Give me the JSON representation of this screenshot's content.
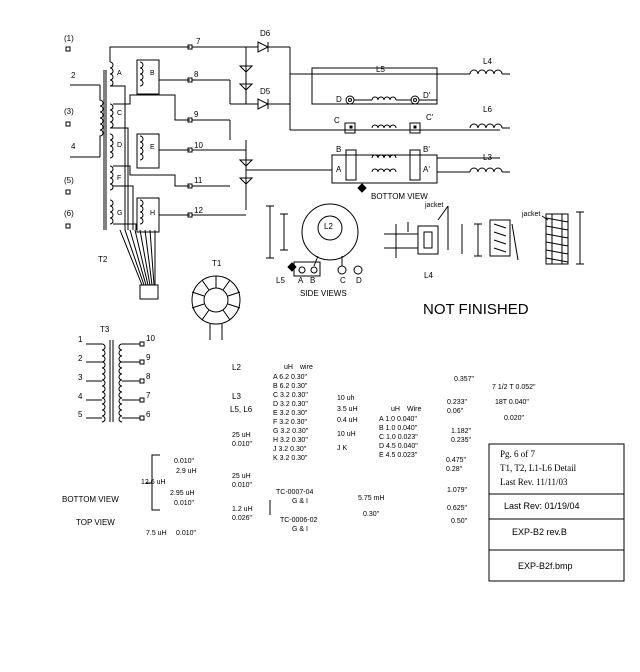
{
  "left_pins": [
    "(1)",
    "2",
    "(3)",
    "4",
    "(5)",
    "(6)"
  ],
  "wire_nums": [
    "7",
    "8",
    "9",
    "10",
    "11",
    "12"
  ],
  "diodes": [
    "D6",
    "D5"
  ],
  "coil_tags": [
    "A",
    "B",
    "C",
    "D",
    "E",
    "F",
    "G",
    "H"
  ],
  "inductors": {
    "l4": "L4",
    "l5": "L5",
    "l6": "L6",
    "l3": "L3"
  },
  "l5_letters": [
    "D",
    "D'"
  ],
  "l6_letters": [
    "C",
    "C'"
  ],
  "l3_letters": [
    "B",
    "B'",
    "A",
    "A'"
  ],
  "t2_label": "T2",
  "t1_label": "T1",
  "t3_label": "T3",
  "bottom_view": "BOTTOM VIEW",
  "side_views": "SIDE VIEWS",
  "l2_label": "L2",
  "l5_side": "L5",
  "l4_side": "L4",
  "side_pins": [
    "A",
    "B",
    "C",
    "D"
  ],
  "jacket1": "jacket",
  "jacket2": "jacket",
  "not_finished": "NOT FINISHED",
  "t3_pins_left": [
    "1",
    "2",
    "3",
    "4",
    "5"
  ],
  "t3_pins_right": [
    "10",
    "9",
    "8",
    "7",
    "6"
  ],
  "l2_text": "L2",
  "l3_text": "L3",
  "l5l6_text": "L5, L6",
  "uh_head": "uH",
  "wire_head": "wire",
  "table1": [
    [
      "A",
      "6.2",
      "0.30\""
    ],
    [
      "B",
      "6.2",
      "0.30\""
    ],
    [
      "C",
      "3.2",
      "0.30\""
    ],
    [
      "D",
      "3.2",
      "0.30\""
    ],
    [
      "E",
      "3.2",
      "0.30\""
    ],
    [
      "F",
      "3.2",
      "0.30\""
    ],
    [
      "G",
      "3.2",
      "0.30\""
    ],
    [
      "H",
      "3.2",
      "0.30\""
    ],
    [
      "J",
      "3.2",
      "0.30\""
    ],
    [
      "K",
      "3.2",
      "0.30\""
    ]
  ],
  "mid_values": [
    "10 uh",
    "3.5 uH",
    "0.4 uH",
    "10 uH",
    "J K"
  ],
  "uh2_head": "uH",
  "wire2_head": "Wire",
  "table2": [
    [
      "A",
      "1.0",
      "0.040\""
    ],
    [
      "B",
      "1.0",
      "0.040\""
    ],
    [
      "C",
      "1.0",
      "0.023\""
    ],
    [
      "D",
      "4.5",
      "0.040\""
    ],
    [
      "E",
      "4.5",
      "0.023\""
    ]
  ],
  "right_col": [
    "0.357\"",
    "0.233\"",
    "0.06\"",
    "1.182\"",
    "0.235\"",
    "0.475\"",
    "0.28\"",
    "1.079\"",
    "0.625\"",
    "0.50\""
  ],
  "turns": [
    "7 1/2 T  0.052\"",
    "18T  0.040\"",
    "0.020\""
  ],
  "left_notes": {
    "v1": "0.010\"",
    "v2": "2.9 uH",
    "v3": "12.6 uH",
    "v4": "2.95 uH",
    "v5": "0.010\"",
    "bottom": "BOTTOM VIEW",
    "top": "TOP VIEW",
    "v6": "7.5 uH",
    "v7": "0.010\""
  },
  "mid_notes": {
    "a1": "25 uH",
    "a2": "0.010\"",
    "b1": "25 uH",
    "b2": "0.010\"",
    "c1": "1.2 uH",
    "c2": "0.026\"",
    "tc1": "TC-0007-04",
    "gi1": "G & I",
    "tc2": "TC-0006-02",
    "gi2": "G & I",
    "mh": "5.75 mH",
    "mhw": "0.30\""
  },
  "title_box": {
    "page": "Pg. 6  of  7",
    "title": "T1, T2, L1-L6 Detail",
    "last_rev_top": "Last Rev.  11/11/03",
    "last_rev": "Last Rev: 01/19/04",
    "doc": "EXP-B2  rev.B",
    "file": "EXP-B2f.bmp"
  }
}
